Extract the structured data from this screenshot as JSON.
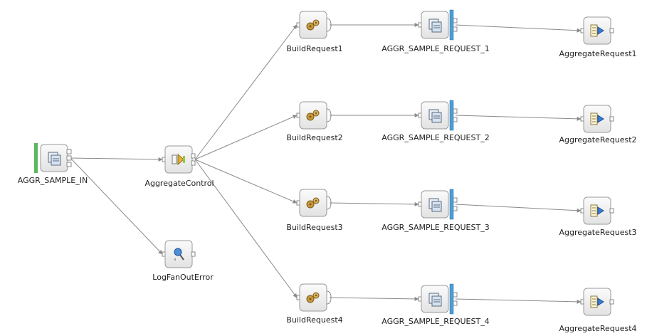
{
  "diagram": {
    "nodes": [
      {
        "id": "in",
        "label": "AGGR_SAMPLE_IN",
        "kind": "mq-input",
        "icon": "mq-input-icon"
      },
      {
        "id": "ctrl",
        "label": "AggregateControl",
        "kind": "aggregate-control",
        "icon": "aggregate-control-icon"
      },
      {
        "id": "log",
        "label": "LogFanOutError",
        "kind": "trace",
        "icon": "trace-icon"
      },
      {
        "id": "b1",
        "label": "BuildRequest1",
        "kind": "compute",
        "icon": "compute-icon"
      },
      {
        "id": "b2",
        "label": "BuildRequest2",
        "kind": "compute",
        "icon": "compute-icon"
      },
      {
        "id": "b3",
        "label": "BuildRequest3",
        "kind": "compute",
        "icon": "compute-icon"
      },
      {
        "id": "b4",
        "label": "BuildRequest4",
        "kind": "compute",
        "icon": "compute-icon"
      },
      {
        "id": "q1",
        "label": "AGGR_SAMPLE_REQUEST_1",
        "kind": "mq-output",
        "icon": "mq-output-icon"
      },
      {
        "id": "q2",
        "label": "AGGR_SAMPLE_REQUEST_2",
        "kind": "mq-output",
        "icon": "mq-output-icon"
      },
      {
        "id": "q3",
        "label": "AGGR_SAMPLE_REQUEST_3",
        "kind": "mq-output",
        "icon": "mq-output-icon"
      },
      {
        "id": "q4",
        "label": "AGGR_SAMPLE_REQUEST_4",
        "kind": "mq-output",
        "icon": "mq-output-icon"
      },
      {
        "id": "a1",
        "label": "AggregateRequest1",
        "kind": "aggregate-request",
        "icon": "aggregate-request-icon"
      },
      {
        "id": "a2",
        "label": "AggregateRequest2",
        "kind": "aggregate-request",
        "icon": "aggregate-request-icon"
      },
      {
        "id": "a3",
        "label": "AggregateRequest3",
        "kind": "aggregate-request",
        "icon": "aggregate-request-icon"
      },
      {
        "id": "a4",
        "label": "AggregateRequest4",
        "kind": "aggregate-request",
        "icon": "aggregate-request-icon"
      }
    ],
    "edges": [
      {
        "from": "in",
        "to": "ctrl"
      },
      {
        "from": "in",
        "to": "log"
      },
      {
        "from": "ctrl",
        "to": "b1"
      },
      {
        "from": "ctrl",
        "to": "b2"
      },
      {
        "from": "ctrl",
        "to": "b3"
      },
      {
        "from": "ctrl",
        "to": "b4"
      },
      {
        "from": "b1",
        "to": "q1"
      },
      {
        "from": "b2",
        "to": "q2"
      },
      {
        "from": "b3",
        "to": "q3"
      },
      {
        "from": "b4",
        "to": "q4"
      },
      {
        "from": "q1",
        "to": "a1"
      },
      {
        "from": "q2",
        "to": "a2"
      },
      {
        "from": "q3",
        "to": "a3"
      },
      {
        "from": "q4",
        "to": "a4"
      }
    ],
    "colors": {
      "input_bar": "#5cb85c",
      "output_bar": "#4a9fd8",
      "connector": "#8a8a8a"
    }
  }
}
